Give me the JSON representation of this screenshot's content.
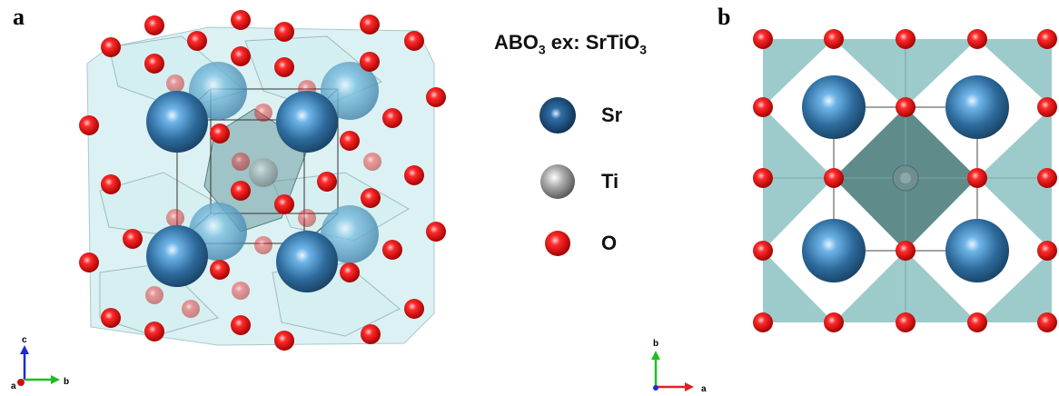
{
  "panels": {
    "a": "a",
    "b": "b"
  },
  "legend": {
    "title_prefix": "ABO",
    "title_sub1": "3",
    "title_mid": " ex: SrTiO",
    "title_sub2": "3",
    "items": [
      {
        "label": "Sr",
        "color": "#2c5f8a"
      },
      {
        "label": "Ti",
        "color": "#8c8c8c"
      },
      {
        "label": "O",
        "color": "#e01010"
      }
    ]
  },
  "axes_a": {
    "up": "c",
    "right": "b",
    "origin": "a"
  },
  "axes_b": {
    "up": "b",
    "right": "a"
  },
  "colors": {
    "octahedron": "#7cc3c3",
    "sr": "#3a6fa0",
    "o": "#e01515",
    "ti": "#9a9a9a",
    "axis_up": "#1a2ad8",
    "axis_right_a": "#22bb22",
    "axis_right_b": "#dd2222",
    "axis_up_b": "#22bb22"
  }
}
